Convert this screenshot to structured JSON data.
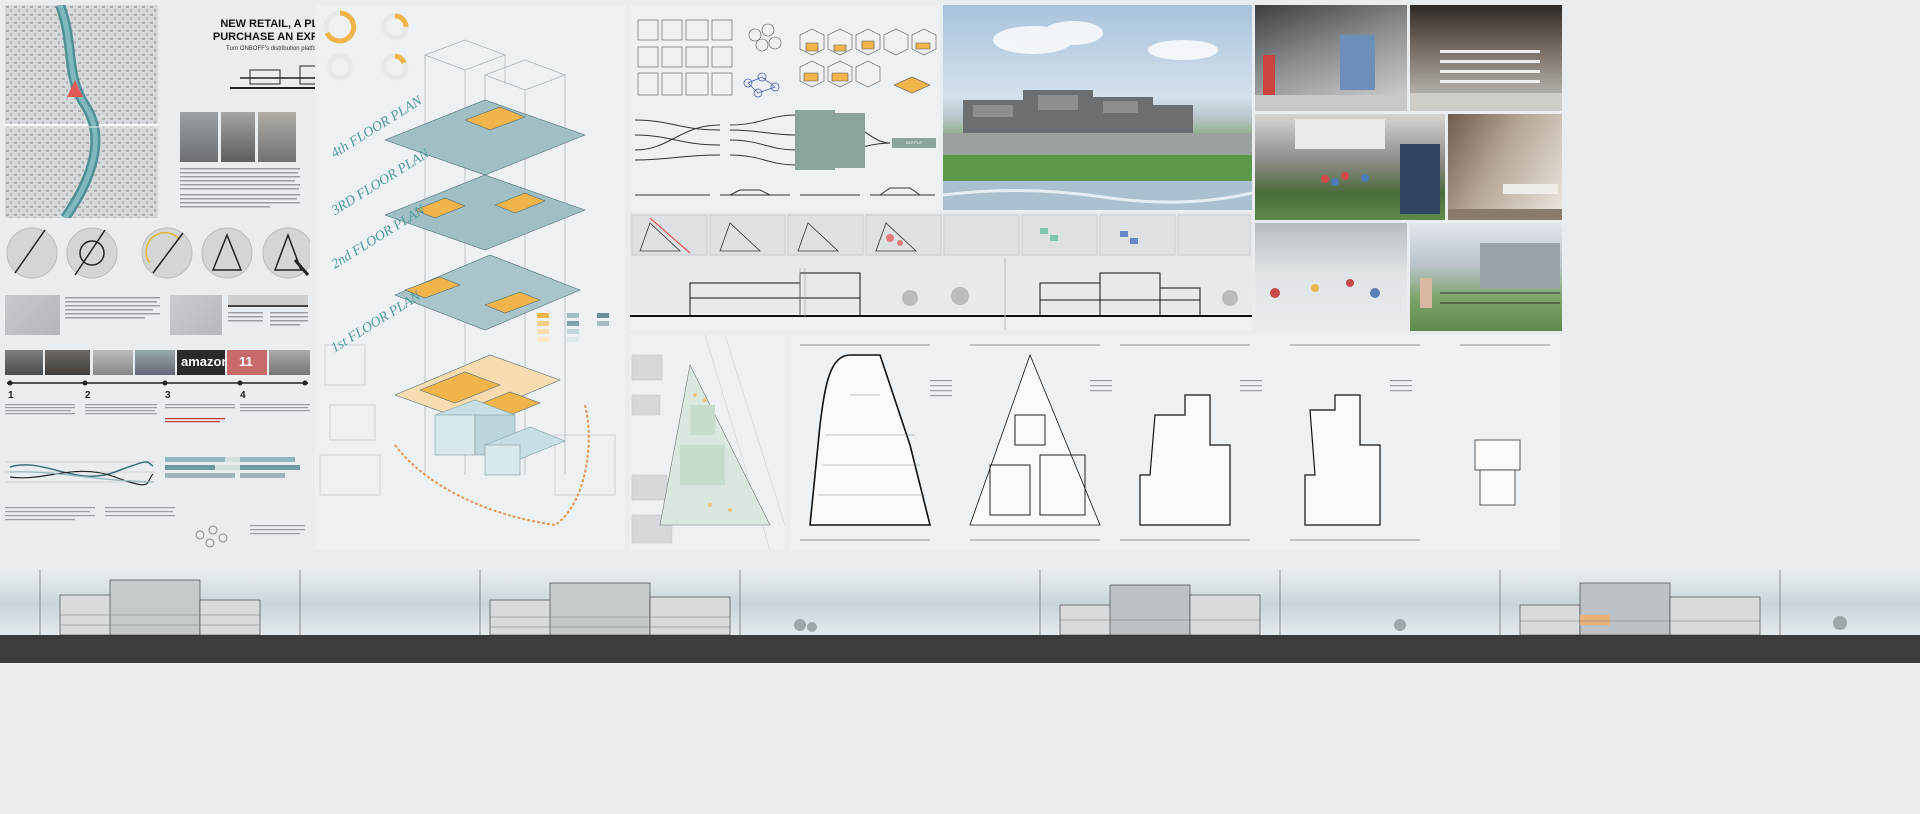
{
  "hero": {
    "title_line1": "NEW RETAIL, A PLACE TO",
    "title_line2": "PURCHASE AN EXPERIENCE",
    "subtitle": "Turn ONBOFF's distribution platform into culture"
  },
  "floors": {
    "f4": "4th FLOOR PLAN",
    "f3": "3RD FLOOR PLAN",
    "f2": "2nd FLOOR PLAN",
    "f1": "1st FLOOR PLAN"
  },
  "brands": {
    "amazon": "amazon",
    "eleven": "11"
  },
  "steps": [
    {
      "n": "1"
    },
    {
      "n": "2"
    },
    {
      "n": "3"
    },
    {
      "n": "4"
    }
  ],
  "flow": {
    "output": "OUTPUT"
  },
  "colors": {
    "accent_orange": "#f0b44a",
    "accent_teal": "#8fb7bd",
    "river": "#5f9ea3",
    "red_site": "#e05a5a",
    "amazon_bg": "#2a2a2a",
    "eleven_bg": "#c96a6a"
  }
}
